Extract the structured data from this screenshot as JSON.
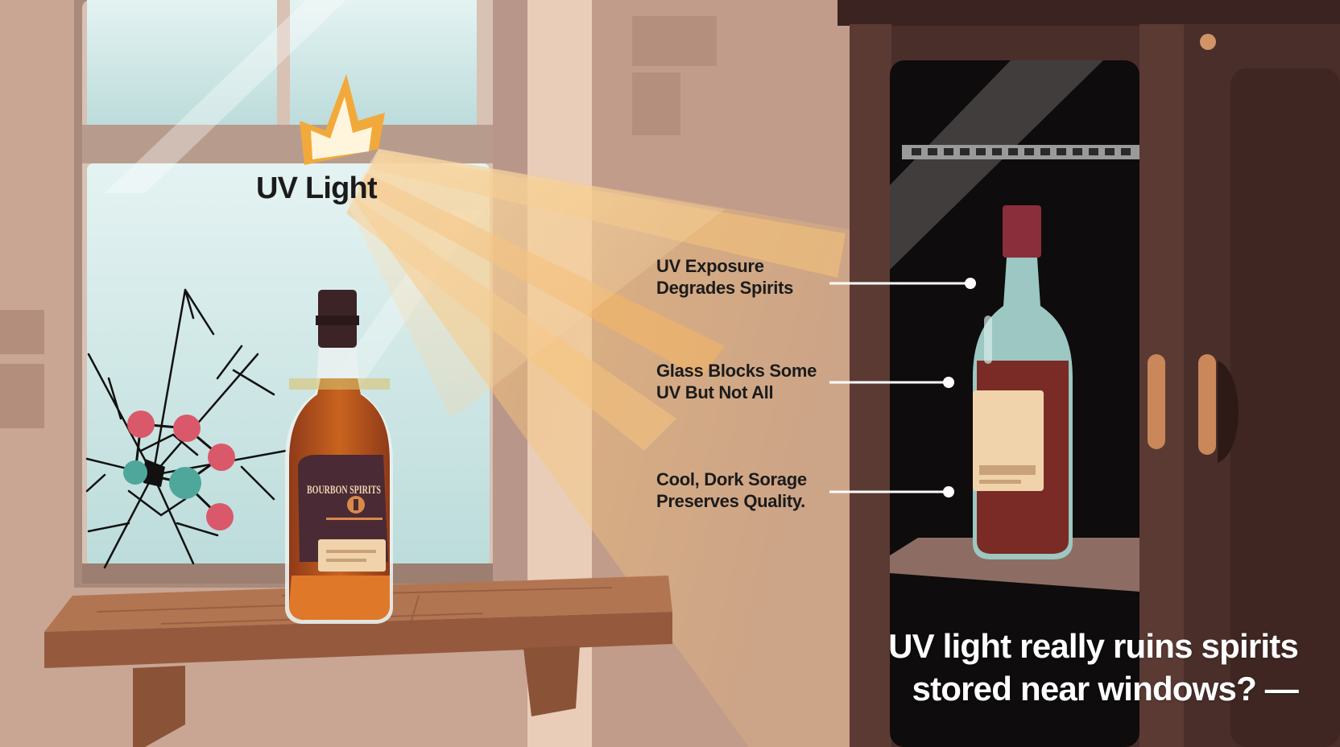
{
  "labels": {
    "uv_light": "UV Light",
    "bottle_label": "BOURBON SPIRITS"
  },
  "callouts": [
    {
      "line1": "UV Exposure",
      "line2": "Degrades Spirits"
    },
    {
      "line1": "Glass Blocks Some",
      "line2": "UV But Not All"
    },
    {
      "line1": "Cool, Dork Sorage",
      "line2": "Preserves Quality."
    }
  ],
  "question": {
    "line1": "UV light really ruins spirits",
    "line2": "stored near windows? —"
  },
  "colors": {
    "wall": "#c9a594",
    "wall_light": "#e9cdb8",
    "window_glass": "#cfe7e6",
    "window_frame": "#a88a7a",
    "shelf_wood": "#b27552",
    "cabinet": "#4a2e2a",
    "cabinet_interior": "#0e0c0c",
    "uv_star": "#f2a93b",
    "uv_beam": "#f6c57a",
    "whiskey": "#b4541c",
    "whiskey_dark": "#7a2b1b",
    "bottle_cap": "#3b2326",
    "wine_bottle": "#9cc7c2",
    "wine": "#7b2b25",
    "wine_cap": "#8a2e3c",
    "label_cream": "#f1d3ab",
    "molecule_red": "#d9596a",
    "molecule_teal": "#4ea79a",
    "handle": "#c9875a",
    "text_dark": "#1b1b1b",
    "text_light": "#ffffff"
  }
}
